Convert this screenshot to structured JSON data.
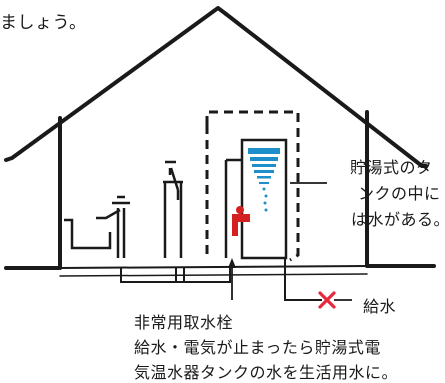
{
  "top_text": "ましょう。",
  "tank_label_lines": [
    "貯湯式のタ",
    "ンクの中に",
    "は水がある。"
  ],
  "water_supply_label": "給水",
  "hydrant_label": "非常用取水栓",
  "description_lines": [
    "給水・電気が止まったら貯湯式電",
    "気温水器タンクの水を生活用水に。"
  ],
  "colors": {
    "line": "#1a1a1a",
    "water": "#1f8fc9",
    "faucet_red": "#d42020",
    "cross_red": "#e8283c"
  }
}
